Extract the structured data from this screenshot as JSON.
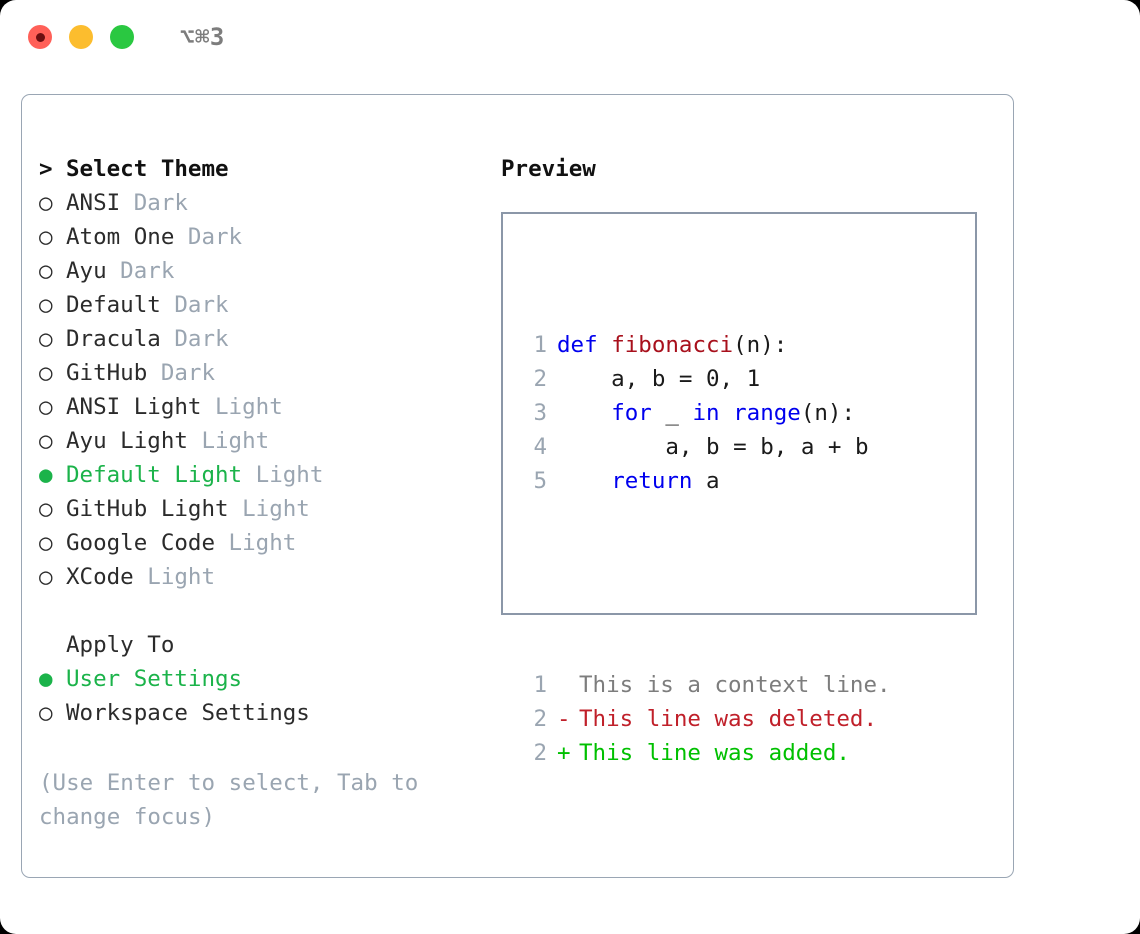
{
  "titlebar": {
    "shortcut": "⌥⌘3",
    "lights": [
      "close-red",
      "minimize-yellow",
      "zoom-green"
    ]
  },
  "colors": {
    "selected_green": "#1bb34a",
    "tag_gray": "#9aa5b1",
    "keyword_blue": "#0000ee",
    "function_red": "#a8101c",
    "diff_delete": "#c0202a",
    "diff_add": "#00c000",
    "panel_border": "#9aa6b4",
    "preview_border": "#8b97a8"
  },
  "theme_list": {
    "heading": "Select Theme",
    "heading_marker": ">",
    "items": [
      {
        "marker": "○",
        "label": "ANSI",
        "tag": "Dark",
        "selected": false
      },
      {
        "marker": "○",
        "label": "Atom One",
        "tag": "Dark",
        "selected": false
      },
      {
        "marker": "○",
        "label": "Ayu",
        "tag": "Dark",
        "selected": false
      },
      {
        "marker": "○",
        "label": "Default",
        "tag": "Dark",
        "selected": false
      },
      {
        "marker": "○",
        "label": "Dracula",
        "tag": "Dark",
        "selected": false
      },
      {
        "marker": "○",
        "label": "GitHub",
        "tag": "Dark",
        "selected": false
      },
      {
        "marker": "○",
        "label": "ANSI Light",
        "tag": "Light",
        "selected": false
      },
      {
        "marker": "○",
        "label": "Ayu Light",
        "tag": "Light",
        "selected": false
      },
      {
        "marker": "●",
        "label": "Default Light",
        "tag": "Light",
        "selected": true
      },
      {
        "marker": "○",
        "label": "GitHub Light",
        "tag": "Light",
        "selected": false
      },
      {
        "marker": "○",
        "label": "Google Code",
        "tag": "Light",
        "selected": false
      },
      {
        "marker": "○",
        "label": "XCode",
        "tag": "Light",
        "selected": false
      }
    ]
  },
  "apply_to": {
    "heading": "Apply To",
    "items": [
      {
        "marker": "●",
        "label": "User Settings",
        "selected": true
      },
      {
        "marker": "○",
        "label": "Workspace Settings",
        "selected": false
      }
    ]
  },
  "hint": "(Use Enter to select, Tab to change focus)",
  "preview": {
    "title": "Preview",
    "code_lines": [
      {
        "no": "1",
        "tokens": [
          {
            "t": "def ",
            "c": "kw"
          },
          {
            "t": "fibonacci",
            "c": "fn"
          },
          {
            "t": "(n):",
            "c": "pl"
          }
        ]
      },
      {
        "no": "2",
        "tokens": [
          {
            "t": "    a, b = 0, 1",
            "c": "pl"
          }
        ]
      },
      {
        "no": "3",
        "tokens": [
          {
            "t": "    ",
            "c": "pl"
          },
          {
            "t": "for",
            "c": "kw"
          },
          {
            "t": " _ ",
            "c": "pl"
          },
          {
            "t": "in",
            "c": "kw"
          },
          {
            "t": " ",
            "c": "pl"
          },
          {
            "t": "range",
            "c": "kw"
          },
          {
            "t": "(n):",
            "c": "pl"
          }
        ]
      },
      {
        "no": "4",
        "tokens": [
          {
            "t": "        a, b = b, a + b",
            "c": "pl"
          }
        ]
      },
      {
        "no": "5",
        "tokens": [
          {
            "t": "    ",
            "c": "pl"
          },
          {
            "t": "return",
            "c": "kw"
          },
          {
            "t": " a",
            "c": "pl"
          }
        ]
      }
    ],
    "diff_lines": [
      {
        "no": "1",
        "mark": " ",
        "text": "This is a context line.",
        "kind": "dctx"
      },
      {
        "no": "2",
        "mark": "-",
        "text": "This line was deleted.",
        "kind": "ddel"
      },
      {
        "no": "2",
        "mark": "+",
        "text": "This line was added.",
        "kind": "dadd"
      }
    ]
  }
}
